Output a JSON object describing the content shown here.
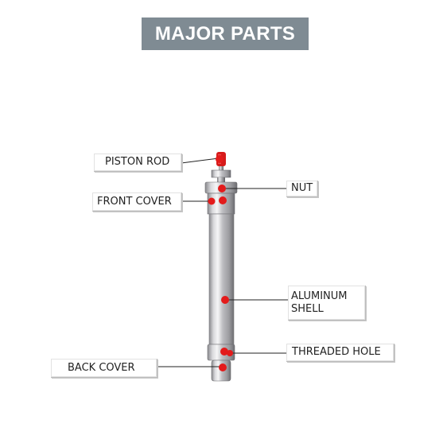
{
  "title": "MAJOR PARTS",
  "labels": {
    "piston_rod": "PISTON ROD",
    "nut": "NUT",
    "front_cover": "FRONT COVER",
    "aluminum_shell_line1": "ALUMINUM",
    "aluminum_shell_line2": "SHELL",
    "threaded_hole": "THREADED HOLE",
    "back_cover": "BACK COVER"
  },
  "colors": {
    "title_bg": "#7f8b93",
    "marker": "#e31b1b",
    "leader_line": "#222222",
    "metal_light": "#e9e9ea",
    "metal_dark": "#8c8c90"
  }
}
